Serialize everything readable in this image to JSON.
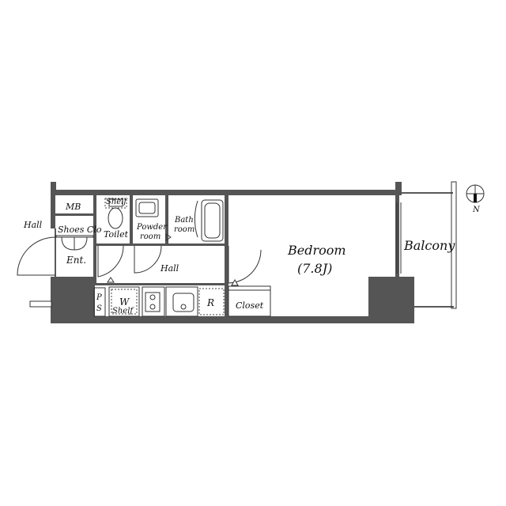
{
  "floorplan": {
    "labels": {
      "hall_outside": "Hall",
      "mb": "MB",
      "shelf_top": "Shelf",
      "toilet": "Toilet",
      "powder_room_1": "Powder",
      "powder_room_2": "room",
      "bath_room_1": "Bath",
      "bath_room_2": "room",
      "shoes_clo": "Shoes Clo",
      "entrance": "Ent.",
      "hall_inside": "Hall",
      "ps_p": "P",
      "ps_s": "S",
      "washer": "W",
      "shelf_bottom": "Shelf",
      "refrigerator": "R",
      "closet": "Closet",
      "bedroom": "Bedroom",
      "bedroom_size": "(7.8J)",
      "balcony": "Balcony",
      "compass_n": "N"
    }
  }
}
